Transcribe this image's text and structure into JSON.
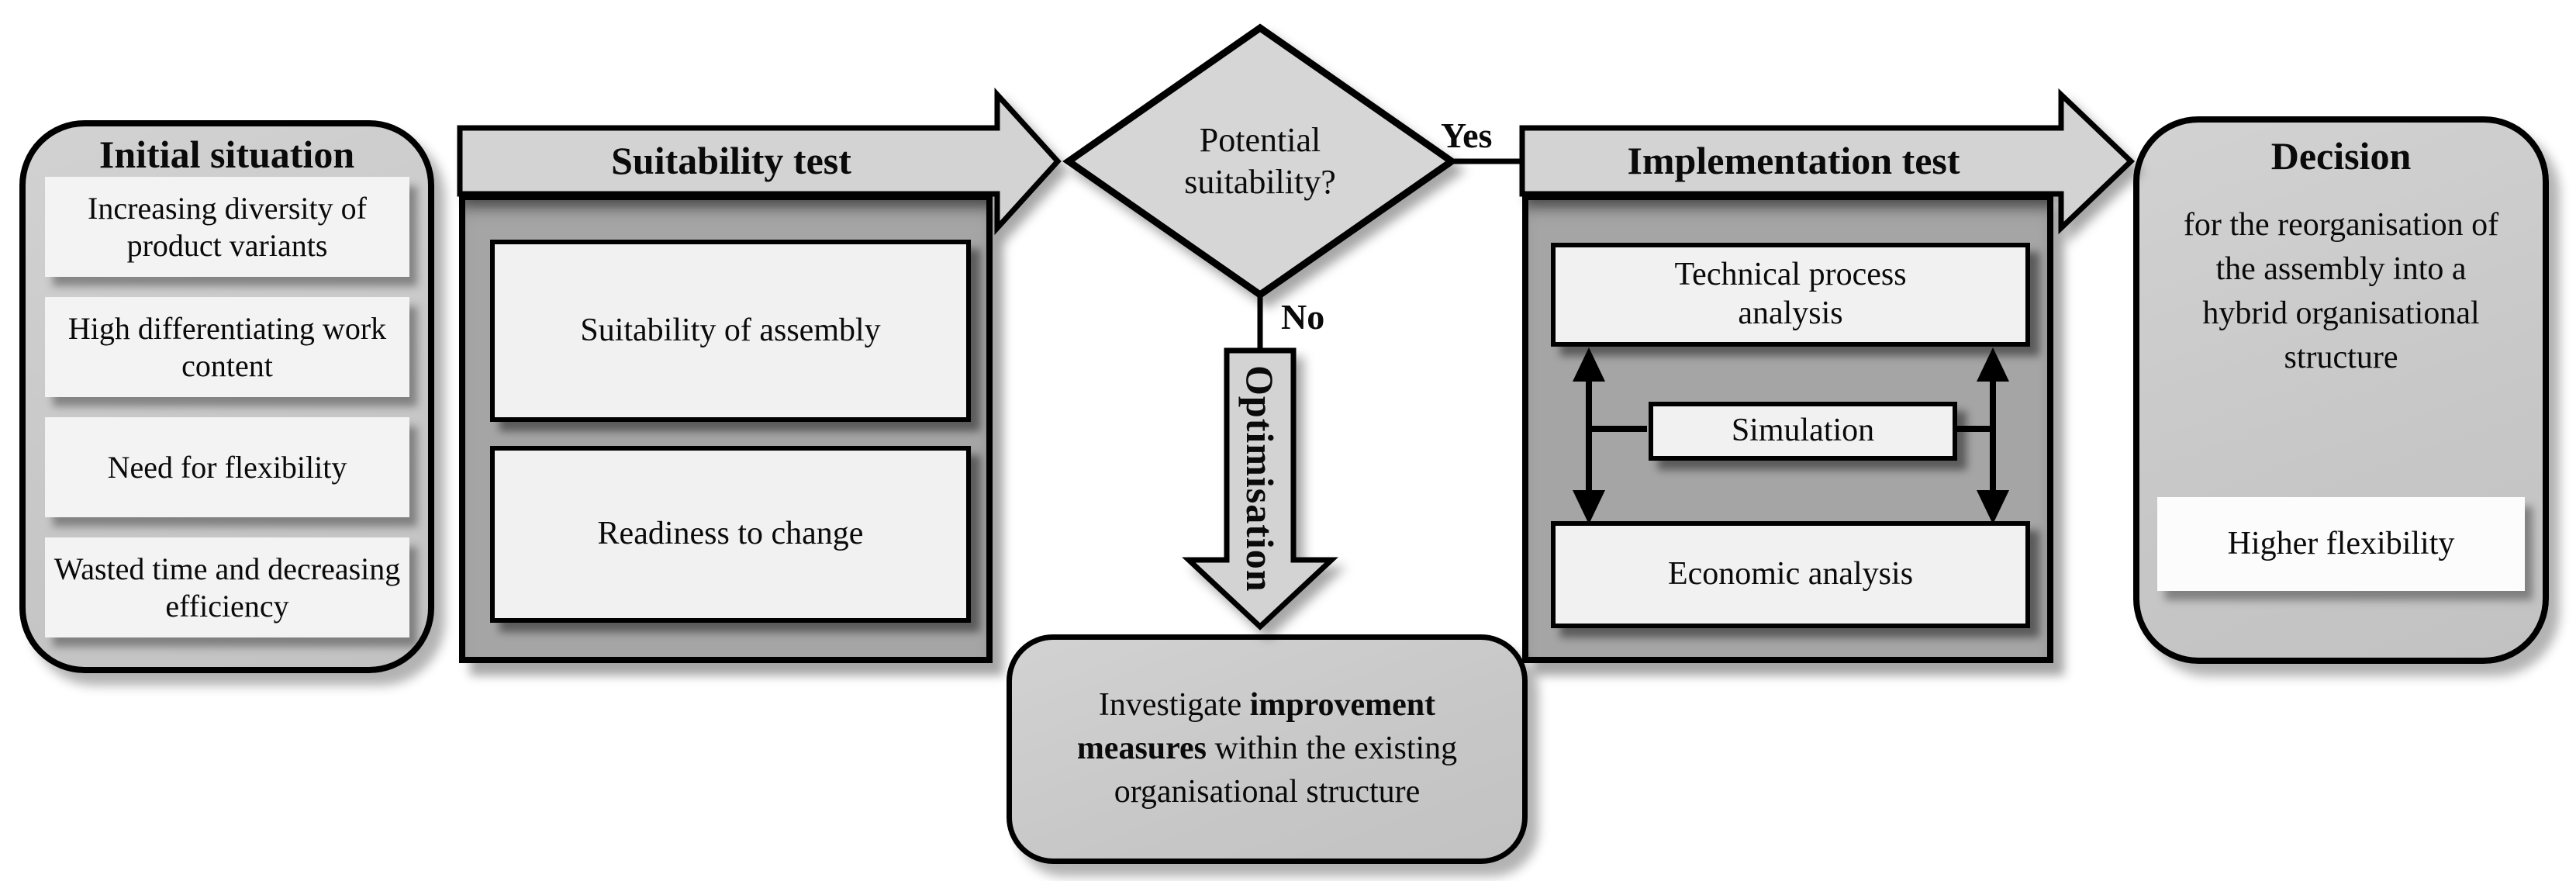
{
  "figure": {
    "type": "flowchart"
  },
  "colors": {
    "banner_gray": "#d3d3d3",
    "diamond_gray": "#d6d6d6",
    "panel_gray": "#c9c9c9",
    "dark_gray": "#a5a5a5",
    "box_white": "#f1f1f1",
    "highlight_white": "#fcfcfc",
    "border_black": "#000000"
  },
  "initial": {
    "title": "Initial situation",
    "items": [
      "Increasing diversity of product variants",
      "High differentiating work content",
      "Need for flexibility",
      "Wasted time and decreasing efficiency"
    ]
  },
  "suitability": {
    "banner": "Suitability test",
    "boxes": [
      "Suitability of assembly",
      "Readiness to change"
    ]
  },
  "gate": {
    "question": "Potential suitability?",
    "yes_label": "Yes",
    "no_label": "No"
  },
  "optimisation": {
    "arrow_label": "Optimisation",
    "note_prefix": "Investigate ",
    "note_bold": "improvement measures",
    "note_suffix": " within the existing organisational structure"
  },
  "implementation": {
    "banner": "Implementation test",
    "top_box": "Technical process analysis",
    "middle_box": "Simulation",
    "bottom_box": "Economic analysis"
  },
  "decision": {
    "title": "Decision",
    "body": "for the reorganisation of the assembly into a hybrid organisational structure",
    "highlight": "Higher flexibility"
  }
}
